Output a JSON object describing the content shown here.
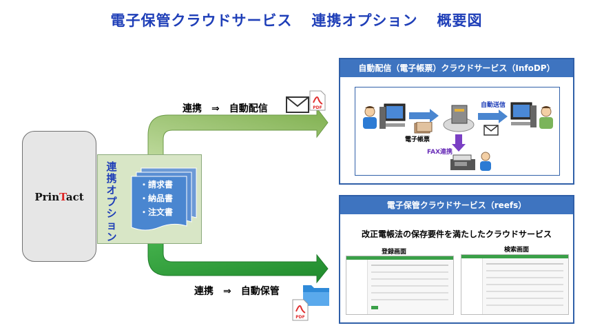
{
  "title": {
    "part1": "電子保管クラウドサービス",
    "part2": "連携オプション",
    "part3": "概要図"
  },
  "printact": {
    "logo_a": "Prin",
    "logo_b": "T",
    "logo_c": "act"
  },
  "option_box": {
    "vertical_label": "連携オプション",
    "documents": [
      "・請求書",
      "・納品書",
      "・注文書"
    ]
  },
  "top_arrow": {
    "label": "連携　⇒　自動配信"
  },
  "bottom_arrow": {
    "label": "連携　⇒　自動保管"
  },
  "pdf_label": "PDF",
  "infodp": {
    "header": "自動配信（電子帳票）クラウドサービス（InfoDP）",
    "doc_label": "電子帳票",
    "send_label": "自動送信",
    "fax_label": "FAX連携"
  },
  "reefs": {
    "header": "電子保管クラウドサービス（reefs）",
    "subtitle": "改正電帳法の保存要件を満たしたクラウドサービス",
    "screen1_label": "登録画面",
    "screen2_label": "検索画面"
  },
  "colors": {
    "title": "#1f3fb8",
    "panel_header": "#3e74c0",
    "arrow_top": "#9ec86e",
    "arrow_bottom": "#2f9a3a",
    "doc_blue": "#4a86d0"
  }
}
